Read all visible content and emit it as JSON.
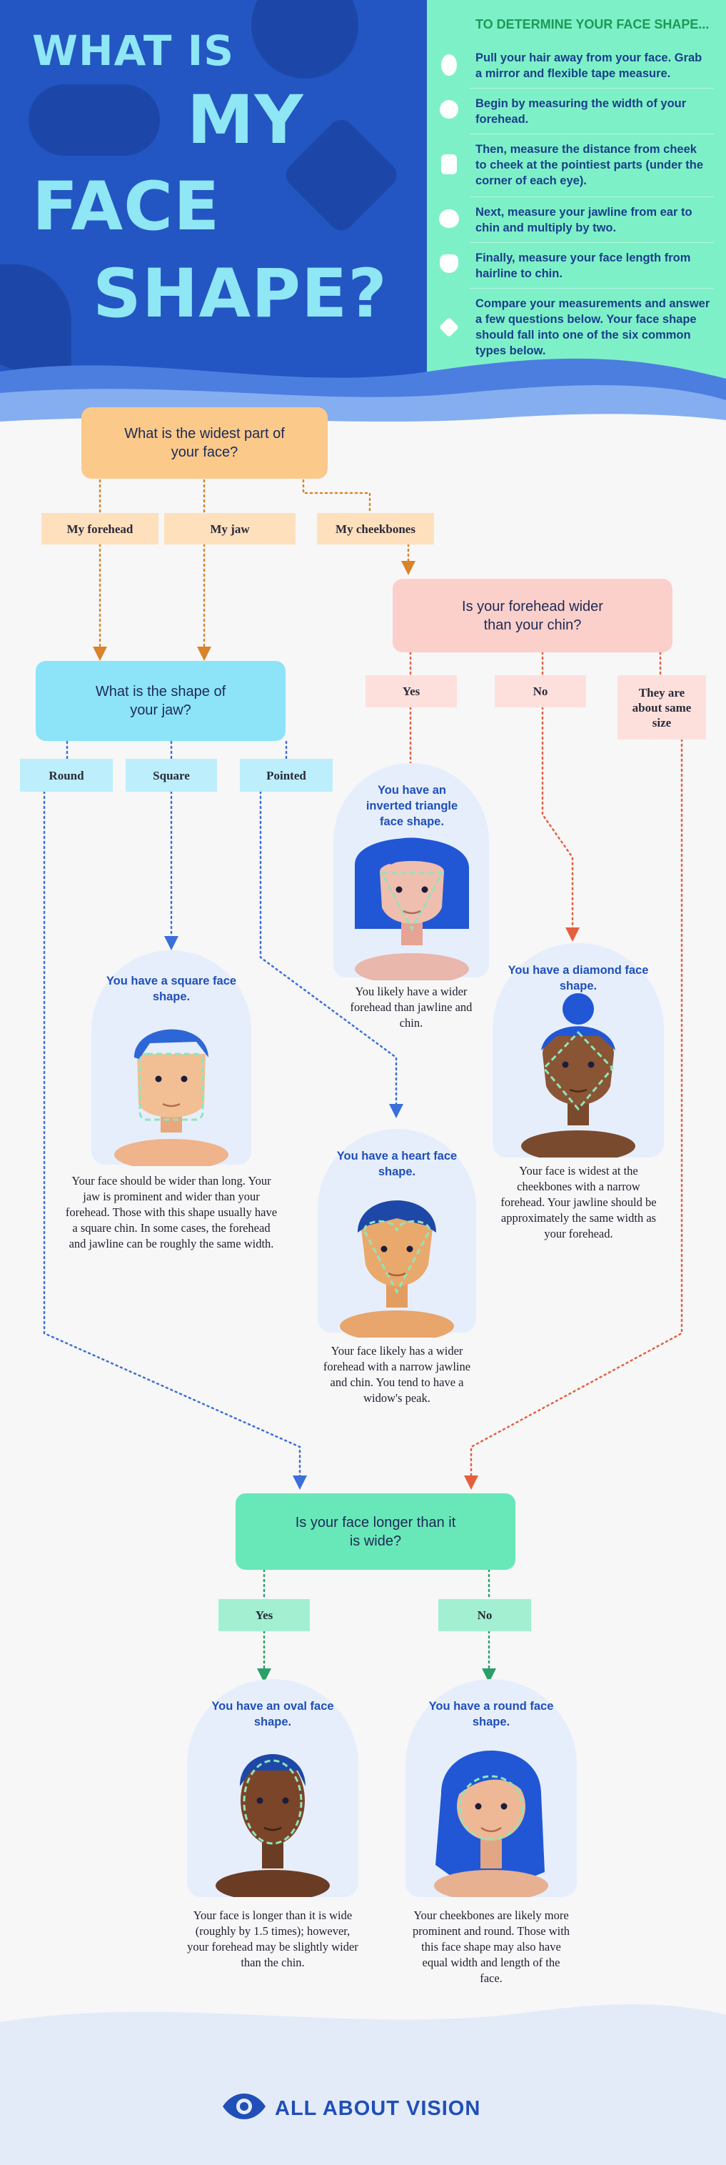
{
  "header": {
    "title_lines": [
      "WHAT IS",
      "MY",
      "FACE",
      "SHAPE?"
    ],
    "steps_title": "TO DETERMINE YOUR FACE SHAPE...",
    "steps": [
      "Pull your hair away from your face. Grab a mirror and flexible tape measure.",
      "Begin by measuring the width of your forehead.",
      "Then, measure the distance from cheek to cheek at the pointiest parts (under the corner of each eye).",
      "Next, measure your jawline from ear to chin and multiply by two.",
      "Finally, measure your face length from hairline to chin.",
      "Compare your measurements and answer a few questions below. Your face shape should fall into one of the six common types below."
    ],
    "step_icons": [
      "oval-icon",
      "round-icon",
      "square-icon",
      "heart-icon",
      "triangle-icon",
      "diamond-icon"
    ]
  },
  "flow": {
    "q1": "What is the widest part of your face?",
    "q1_options": [
      "My forehead",
      "My jaw",
      "My cheekbones"
    ],
    "q2": "Is your forehead wider than your chin?",
    "q2_options": [
      "Yes",
      "No",
      "They are about same size"
    ],
    "q3": "What is the shape of your jaw?",
    "q3_options": [
      "Round",
      "Square",
      "Pointed"
    ],
    "q4": "Is your face longer than it is wide?",
    "q4_options": [
      "Yes",
      "No"
    ]
  },
  "results": {
    "triangle": {
      "title": "You have an inverted triangle face shape.",
      "desc": "You likely have a wider forehead than jawline and chin."
    },
    "diamond": {
      "title": "You have a diamond face shape.",
      "desc": "Your face is widest at the cheekbones with a narrow forehead. Your jawline should be approximately the same width as your forehead."
    },
    "square": {
      "title": "You have a square face shape.",
      "desc": "Your face should be wider than long. Your jaw is prominent and wider than your forehead. Those with this shape usually have a square chin. In some cases, the forehead and jawline can be roughly the same width."
    },
    "heart": {
      "title": "You have a heart face shape.",
      "desc": "Your face likely has a wider forehead with a narrow jawline and chin. You tend to have a widow's peak."
    },
    "oval": {
      "title": "You have an oval face shape.",
      "desc": "Your face is longer than it is wide (roughly by 1.5 times); however, your forehead may be slightly wider than the chin."
    },
    "round": {
      "title": "You have a round face shape.",
      "desc": "Your cheekbones are likely more prominent and round. Those with this face shape may also have equal width and length of the face."
    }
  },
  "footer": {
    "brand": "ALL ABOUT VISION",
    "logo_icon": "eye-icon"
  },
  "colors": {
    "header_blue": "#2356c2",
    "mint": "#7ef0c8",
    "title_cyan": "#8fe6f5",
    "q1_orange": "#fbc98a",
    "q2_pink": "#fbd0cb",
    "q3_blue": "#8de3f8",
    "q4_green": "#68e8b8",
    "line_orange": "#d9832a",
    "line_red": "#e55f3e",
    "line_blue": "#3b6fd9",
    "line_green": "#2aa068"
  }
}
